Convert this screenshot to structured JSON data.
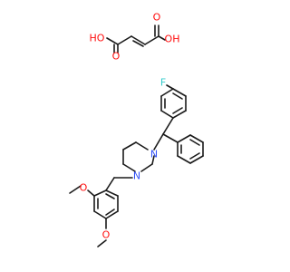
{
  "diagram": {
    "atoms": {
      "oh_left": {
        "text": "HO",
        "color": "#ff0d0d"
      },
      "oh_right": {
        "text": "OH",
        "color": "#ff0d0d"
      },
      "o_carbonyl_left": {
        "text": "O",
        "color": "#ff0d0d"
      },
      "o_carbonyl_right": {
        "text": "O",
        "color": "#ff0d0d"
      },
      "fluorine": {
        "text": "F",
        "color": "#33cccc"
      },
      "n_top": {
        "text": "N",
        "color": "#3050f8"
      },
      "n_bottom": {
        "text": "N",
        "color": "#3050f8"
      },
      "o_methoxy_upper": {
        "text": "O",
        "color": "#ff0d0d"
      },
      "o_methoxy_lower": {
        "text": "O",
        "color": "#ff0d0d"
      }
    },
    "bond_color": "#1a1a1a",
    "background": "#ffffff"
  }
}
